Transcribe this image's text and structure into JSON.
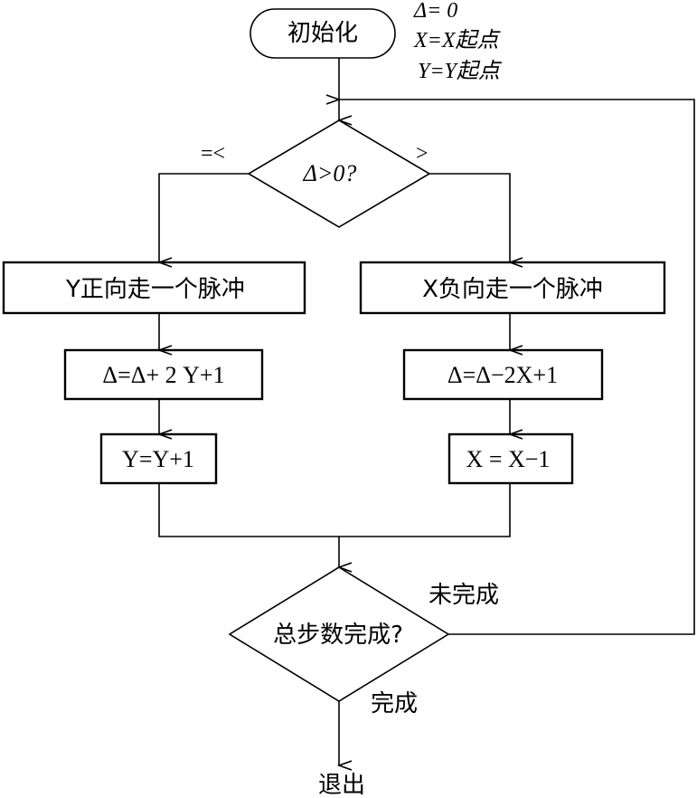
{
  "flowchart": {
    "start": {
      "label": "初始化"
    },
    "init_notes": [
      "Δ= 0",
      "X=X起点",
      "Y=Y起点"
    ],
    "decision1": {
      "label": "Δ>0?",
      "left_label": "=<",
      "right_label": ">"
    },
    "left_branch": {
      "step1": "Y正向走一个脉冲",
      "step2": "Δ=Δ+ 2 Y+1",
      "step3": "Y=Y+1"
    },
    "right_branch": {
      "step1": "X负向走一个脉冲",
      "step2": "Δ=Δ−2X+1",
      "step3": "X = X−1"
    },
    "decision2": {
      "label": "总步数完成?",
      "no_label": "未完成",
      "yes_label": "完成"
    },
    "end": {
      "label": "退出"
    }
  },
  "colors": {
    "stroke": "#000000",
    "background": "#ffffff"
  }
}
